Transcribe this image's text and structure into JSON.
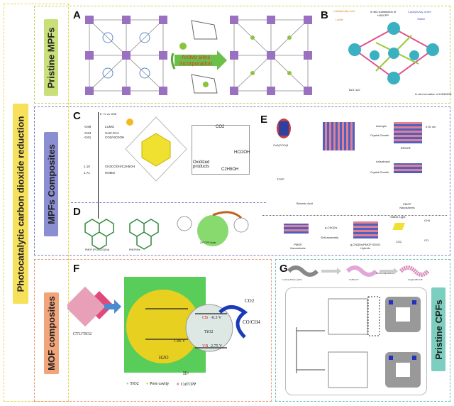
{
  "main_title": "Photocatalytic carbon dioxide reduction",
  "sections": {
    "pristine_mpfs": "Pristine MPFs",
    "mpfs_composites": "MPFs Composites",
    "mof_composites": "MOF composites",
    "pristine_cpfs": "Pristine CPFs"
  },
  "panels": {
    "A": {
      "letter": "A",
      "arrow_text": [
        "Active sites",
        "incorporation"
      ]
    },
    "B": {
      "letter": "B",
      "inert": "Catalytically inert",
      "labile": "Labile",
      "substitution": "In situ substitution of H4DCPP",
      "active": "Catalytically active",
      "stable": "Stable",
      "but": "BUT-110",
      "formation": "In situ formation of H4NDIDB"
    },
    "C": {
      "letter": "C",
      "axis": "E / V vs NHE",
      "levels": [
        "-0.69",
        "-0.64",
        "-0.61",
        "1.10",
        "1.71"
      ],
      "level_labels": [
        "LUMO",
        "Co2+/Co+",
        "CO2/HCOOH",
        "CH3COOH/C2H5OH",
        "HOMO"
      ],
      "co2": "CO2",
      "hcooh": "HCOOH",
      "oxidized": "Oxidized products",
      "ethanol": "C2H5OH"
    },
    "D": {
      "letter": "D",
      "pmof": "PMOF (PCN-222(Zn))",
      "pmofre": "PMOF/Re",
      "linker": "ZnTCPP linker"
    },
    "E": {
      "letter": "E",
      "co": "Co2(COO)4",
      "tcpp": "TCPP",
      "benzoic": "Benzoic Acid",
      "iso": "Isotropic",
      "cg": "Crystal Growth",
      "aniso": "Anisotropic",
      "bpmof": "BPMOF",
      "nm": "0.92 nm",
      "pmof_ns": "PMOF Nanosheets",
      "gcnqds": "g-CNQDs",
      "self": "Self-assembly",
      "hybrid": "g-CNQDs/PMOF 0D/2D Hybrids",
      "visible": "Visible Light",
      "ch4": "CH4",
      "co2": "CO2",
      "co_out": "CO"
    },
    "F": {
      "letter": "F",
      "ctu": "CTU/TiO2",
      "cb": "CB",
      "cb_v": "-0.3 V",
      "vb": "VB",
      "vb_v": "2.75 V",
      "tio2": "TiO2",
      "co2": "CO2",
      "product": "CO/CH4",
      "h2o": "H2O",
      "hplus": "H+",
      "v106": "1.06 V",
      "legend": [
        "TiO2",
        "Pore cavity",
        "CuTCPP"
      ]
    },
    "G": {
      "letter": "G",
      "steps": [
        "Carbon Fibers (CF)",
        "COFs/CF",
        "Electrodeposition",
        "Cu@COFs/CF"
      ]
    }
  },
  "colors": {
    "yellow": "#f7e15a",
    "green": "#c9e07a",
    "lavender": "#8b8fd2",
    "orange": "#f2a57a",
    "teal": "#7ccfc0"
  }
}
